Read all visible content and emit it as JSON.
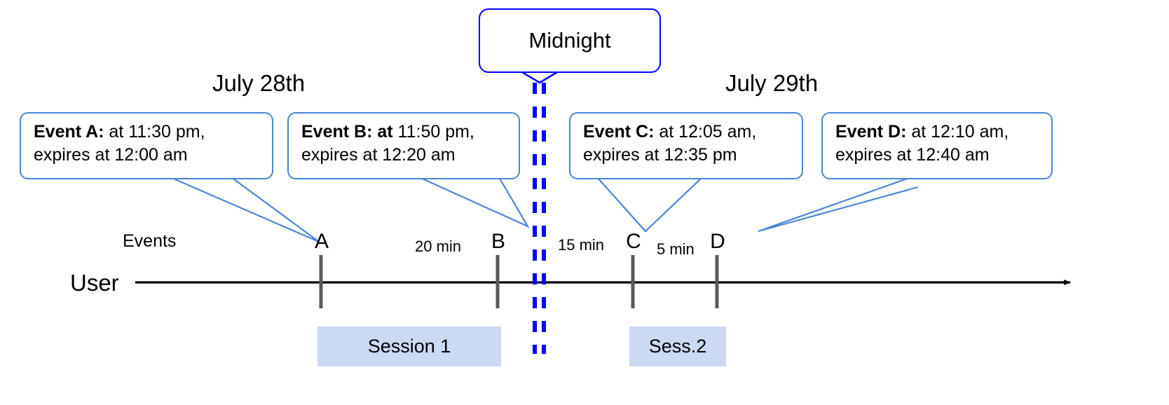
{
  "diagram": {
    "title_labels": {
      "day_left": "July 28th",
      "day_right": "July 29th",
      "midnight": "Midnight"
    },
    "rows": {
      "events_row_label": "Events",
      "user_row_label": "User"
    },
    "events": [
      {
        "key": "A",
        "marker": "A",
        "bold_part": "Event A:",
        "line1_rest": " at 11:30 pm,",
        "line2": "expires at 12:00 am"
      },
      {
        "key": "B",
        "marker": "B",
        "bold_part": "Event B: at",
        "line1_rest": " 11:50 pm,",
        "line2": "expires at 12:20 am"
      },
      {
        "key": "C",
        "marker": "C",
        "bold_part": "Event C:",
        "line1_rest": " at 12:05 am,",
        "line2": "expires at 12:35 pm"
      },
      {
        "key": "D",
        "marker": "D",
        "bold_part": "Event D:",
        "line1_rest": "  at 12:10 am,",
        "line2": "expires at 12:40 am"
      }
    ],
    "gaps": [
      {
        "key": "a-to-b",
        "label": "20 min"
      },
      {
        "key": "b-to-c",
        "label": "15 min"
      },
      {
        "key": "c-to-d",
        "label": "5 min"
      }
    ],
    "sessions": [
      {
        "key": "session-1",
        "label": "Session 1"
      },
      {
        "key": "session-2",
        "label": "Sess.2"
      }
    ],
    "colors": {
      "callout_border": "#4a86d6",
      "midnight_blue": "#0000ff",
      "session_fill": "#ccd9f3",
      "timeline": "#000000",
      "tick": "#595959"
    }
  }
}
